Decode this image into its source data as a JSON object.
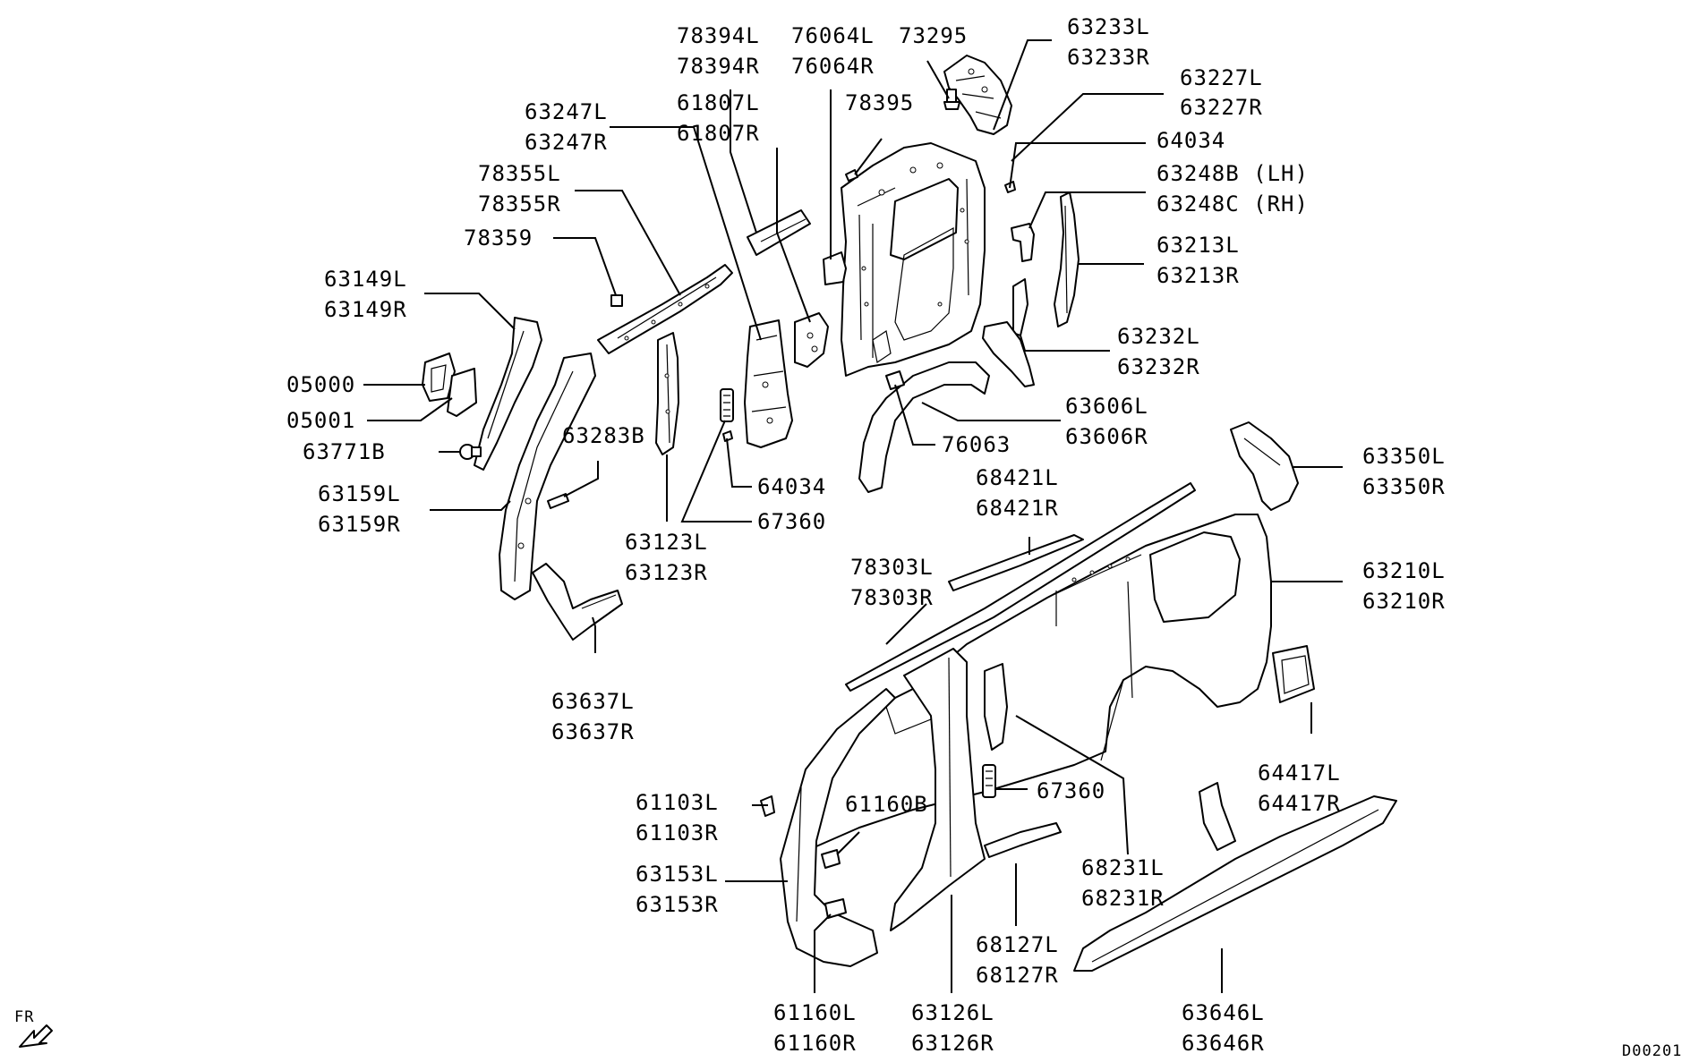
{
  "labels": {
    "l_78394L": "78394L",
    "l_78394R": "78394R",
    "l_76064L": "76064L",
    "l_76064R": "76064R",
    "l_73295": "73295",
    "l_63233L": "63233L",
    "l_63233R": "63233R",
    "l_63227L": "63227L",
    "l_63227R": "63227R",
    "l_63247L": "63247L",
    "l_63247R": "63247R",
    "l_61807L": "61807L",
    "l_61807R": "61807R",
    "l_78395": "78395",
    "l_64034a": "64034",
    "l_63248B": "63248B (LH)",
    "l_63248C": "63248C (RH)",
    "l_78355L": "78355L",
    "l_78355R": "78355R",
    "l_78359": "78359",
    "l_63213L": "63213L",
    "l_63213R": "63213R",
    "l_63149L": "63149L",
    "l_63149R": "63149R",
    "l_63232L": "63232L",
    "l_63232R": "63232R",
    "l_05000": "05000",
    "l_05001": "05001",
    "l_63606L": "63606L",
    "l_63606R": "63606R",
    "l_63771B": "63771B",
    "l_63283B": "63283B",
    "l_76063": "76063",
    "l_64034b": "64034",
    "l_63159L": "63159L",
    "l_63159R": "63159R",
    "l_67360a": "67360",
    "l_68421L": "68421L",
    "l_68421R": "68421R",
    "l_63350L": "63350L",
    "l_63350R": "63350R",
    "l_63123L": "63123L",
    "l_63123R": "63123R",
    "l_78303L": "78303L",
    "l_78303R": "78303R",
    "l_63210L": "63210L",
    "l_63210R": "63210R",
    "l_63637L": "63637L",
    "l_63637R": "63637R",
    "l_64417L": "64417L",
    "l_64417R": "64417R",
    "l_61103L": "61103L",
    "l_61103R": "61103R",
    "l_61160B": "61160B",
    "l_67360b": "67360",
    "l_63153L": "63153L",
    "l_63153R": "63153R",
    "l_68231L": "68231L",
    "l_68231R": "68231R",
    "l_68127L": "68127L",
    "l_68127R": "68127R",
    "l_61160L": "61160L",
    "l_61160R": "61160R",
    "l_63126L": "63126L",
    "l_63126R": "63126R",
    "l_63646L": "63646L",
    "l_63646R": "63646R",
    "fr": "FR",
    "diagram_code": "D00201"
  }
}
